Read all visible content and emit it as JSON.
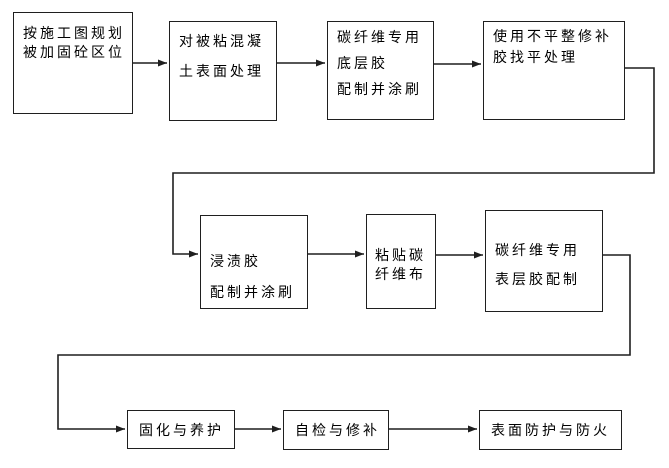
{
  "diagram": {
    "type": "flowchart",
    "description": "Carbon fiber reinforcement construction process flow",
    "colors": {
      "background": "#ffffff",
      "line": "#1f1f1f",
      "text": "#000000"
    },
    "boxes": [
      {
        "id": 1,
        "lines": [
          "按施工图规划",
          "被加固砼区位"
        ]
      },
      {
        "id": 2,
        "lines": [
          "对被粘混凝",
          "土表面处理"
        ]
      },
      {
        "id": 3,
        "lines": [
          "碳纤维专用",
          "底层胶",
          "配制并涂刷"
        ]
      },
      {
        "id": 4,
        "lines": [
          "使用不平整修补",
          "胶找平处理"
        ]
      },
      {
        "id": 5,
        "lines": [
          "浸渍胶",
          "配制并涂刷"
        ]
      },
      {
        "id": 6,
        "lines": [
          "粘贴碳",
          "纤维布"
        ]
      },
      {
        "id": 7,
        "lines": [
          "碳纤维专用",
          "表层胶配制"
        ]
      },
      {
        "id": 8,
        "lines": [
          "固化与养护"
        ]
      },
      {
        "id": 9,
        "lines": [
          "自检与修补"
        ]
      },
      {
        "id": 10,
        "lines": [
          "表面防护与防火"
        ]
      }
    ],
    "edges": [
      {
        "from": 1,
        "to": 2
      },
      {
        "from": 2,
        "to": 3
      },
      {
        "from": 3,
        "to": 4
      },
      {
        "from": 4,
        "to": 5
      },
      {
        "from": 5,
        "to": 6
      },
      {
        "from": 6,
        "to": 7
      },
      {
        "from": 7,
        "to": 8
      },
      {
        "from": 8,
        "to": 9
      },
      {
        "from": 9,
        "to": 10
      }
    ]
  }
}
